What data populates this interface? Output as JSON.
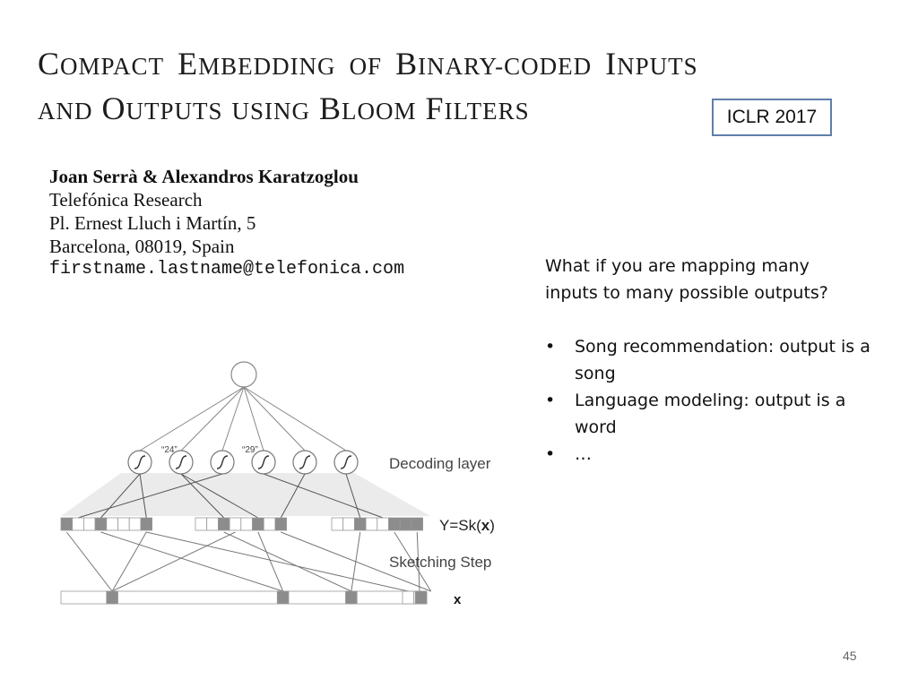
{
  "title": {
    "line1": [
      {
        "big": "C",
        "rest": "ompact"
      },
      {
        "big": "E",
        "rest": "mbedding"
      },
      {
        "big": "",
        "rest": "of"
      },
      {
        "big": "B",
        "rest": "inary-coded"
      },
      {
        "big": "I",
        "rest": "nputs"
      }
    ],
    "line2": [
      {
        "big": "",
        "rest": "and"
      },
      {
        "big": "O",
        "rest": "utputs"
      },
      {
        "big": "",
        "rest": "using"
      },
      {
        "big": "B",
        "rest": "loom"
      },
      {
        "big": "F",
        "rest": "ilters"
      }
    ]
  },
  "venue": "ICLR 2017",
  "authors": {
    "names": "Joan Serrà & Alexandros Karatzoglou",
    "affiliation": "Telefónica Research",
    "address1": "Pl. Ernest Lluch i Martín, 5",
    "address2": "Barcelona, 08019, Spain",
    "email": "firstname.lastname@telefonica.com"
  },
  "question": "What if you are mapping many inputs to many possible outputs?",
  "bullets": [
    {
      "marker": "•",
      "text": "Song recommendation: output is a song"
    },
    {
      "marker": "•",
      "text": "Language modeling: output is a word"
    },
    {
      "marker": "•",
      "text": "…"
    }
  ],
  "diagram": {
    "labels": {
      "decoding": "Decoding layer",
      "y_prefix": "Y=Sk(",
      "y_var": "x",
      "y_suffix": ")",
      "sketching": "Sketching Step",
      "x": "x"
    },
    "unit_labels": [
      "“24”",
      "“29”"
    ],
    "num_units": 6,
    "y_segments": [
      {
        "cells": [
          1,
          0,
          0,
          1,
          0,
          0,
          0,
          1
        ]
      },
      {
        "cells": [
          0,
          0,
          1,
          0,
          0,
          1,
          0,
          1
        ]
      },
      {
        "cells": [
          0,
          0,
          1,
          0,
          0,
          1,
          1,
          1
        ]
      }
    ],
    "x_filled_cells": [
      4,
      19,
      25,
      32
    ],
    "x_highlight_cells": [
      30,
      31
    ]
  },
  "page_number": "45"
}
